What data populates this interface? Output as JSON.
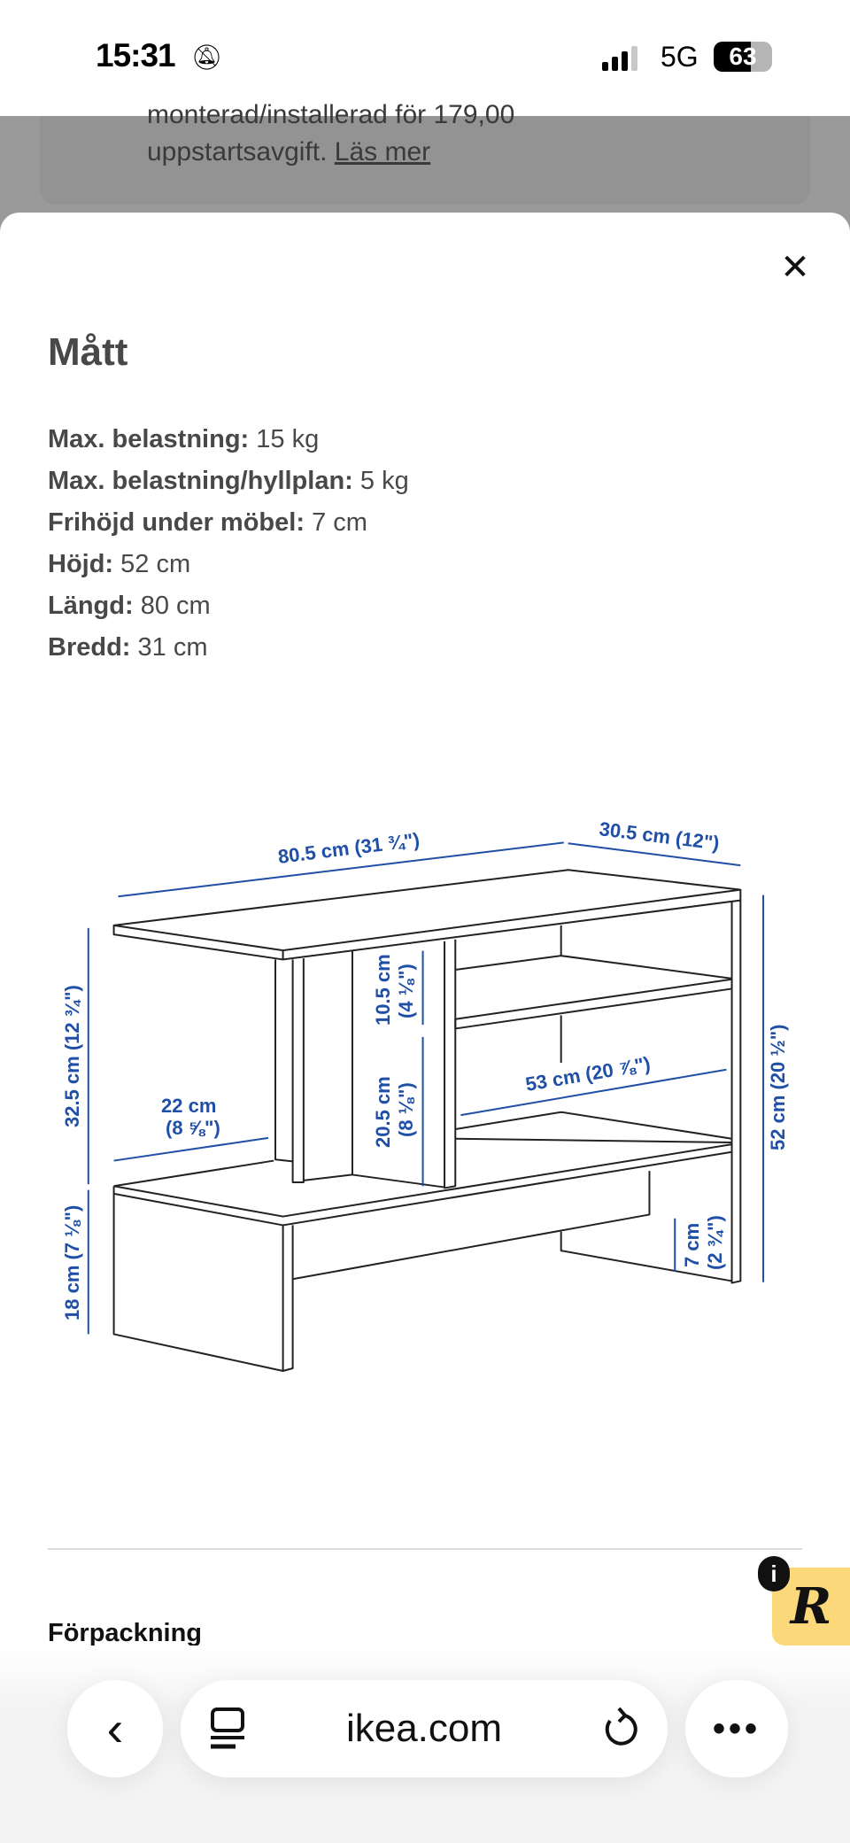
{
  "status_bar": {
    "time": "15:31",
    "silent_icon": "bell-slash-icon",
    "network": "5G",
    "battery": "63",
    "battery_level_percent": 63
  },
  "background_panel": {
    "cut_text": "monterad/installerad för 179,00",
    "text": "uppstartsavgift.",
    "link": "Läs mer"
  },
  "sheet": {
    "title": "Mått",
    "specs": [
      {
        "label": "Max. belastning:",
        "value": "15 kg"
      },
      {
        "label": "Max. belastning/hyllplan:",
        "value": "5 kg"
      },
      {
        "label": "Frihöjd under möbel:",
        "value": "7 cm"
      },
      {
        "label": "Höjd:",
        "value": "52 cm"
      },
      {
        "label": "Längd:",
        "value": "80 cm"
      },
      {
        "label": "Bredd:",
        "value": "31 cm"
      }
    ],
    "diagram_labels": {
      "length": "80.5 cm (31 ¾\")",
      "depth": "30.5 cm (12\")",
      "height_total": "52 cm (20 ½\")",
      "upper_height": "32.5 cm (12 ¾\")",
      "base_height": "18 cm (7 ⅛\")",
      "left_width_cm": "22 cm",
      "left_width_in": "(8 ⅝\")",
      "top_gap_cm": "10.5 cm",
      "top_gap_in": "(4 ⅛\")",
      "mid_gap_cm": "20.5 cm",
      "mid_gap_in": "(8 ⅛\")",
      "shelf_width": "53 cm (20 ⅞\")",
      "clearance_cm": "7 cm",
      "clearance_in": "(2 ¾\")"
    },
    "section": "Förpackning",
    "colors": {
      "dimension": "#1f4fa6",
      "text": "#484848",
      "badge": "#fbd97a"
    }
  },
  "browser": {
    "url": "ikea.com",
    "back_icon": "chevron-left-icon",
    "tabs_icon": "reader-icon",
    "reload_icon": "reload-icon",
    "more_icon": "more-icon"
  }
}
